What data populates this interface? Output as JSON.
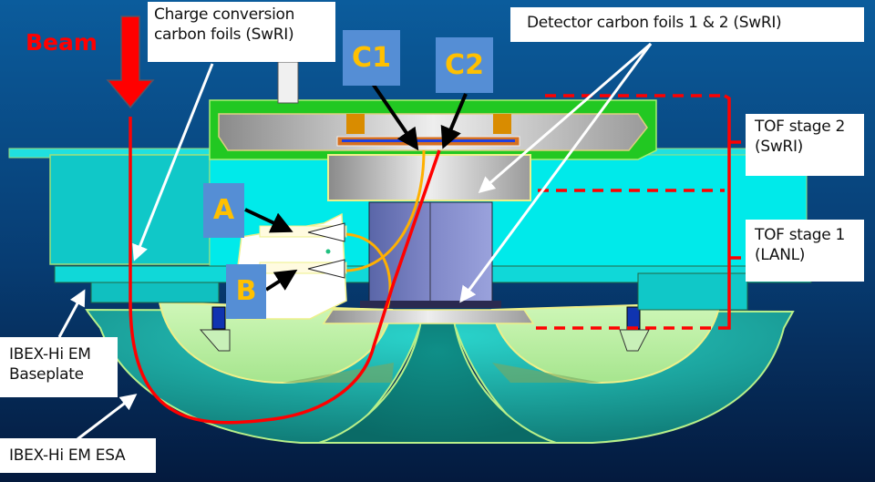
{
  "beam": {
    "label": "Beam"
  },
  "callouts": {
    "charge_conversion": {
      "line1": "Charge conversion",
      "line2": "carbon foils (SwRI)"
    },
    "detector_foils": {
      "text": "Detector carbon foils 1 & 2 (SwRI)"
    },
    "tof_stage_2": {
      "line1": "TOF stage 2",
      "line2": "(SwRI)"
    },
    "tof_stage_1": {
      "line1": "TOF stage 1",
      "line2": "(LANL)"
    },
    "baseplate": {
      "line1": "IBEX-Hi EM",
      "line2": "Baseplate"
    },
    "esa": {
      "text": "IBEX-Hi EM ESA"
    }
  },
  "tags": {
    "a": "A",
    "b": "B",
    "c1": "C1",
    "c2": "C2"
  },
  "colors": {
    "background_top": "#0a5a99",
    "background_bottom": "#051a3d",
    "beam_path": "#ff0000",
    "secondary_path": "#ffb000",
    "tag_fill": "#558ed5",
    "tag_text": "#ffc000",
    "housing_cyan": "#00e0e0",
    "esa_teal": "#1aa6a0",
    "top_green": "#22cc22"
  }
}
